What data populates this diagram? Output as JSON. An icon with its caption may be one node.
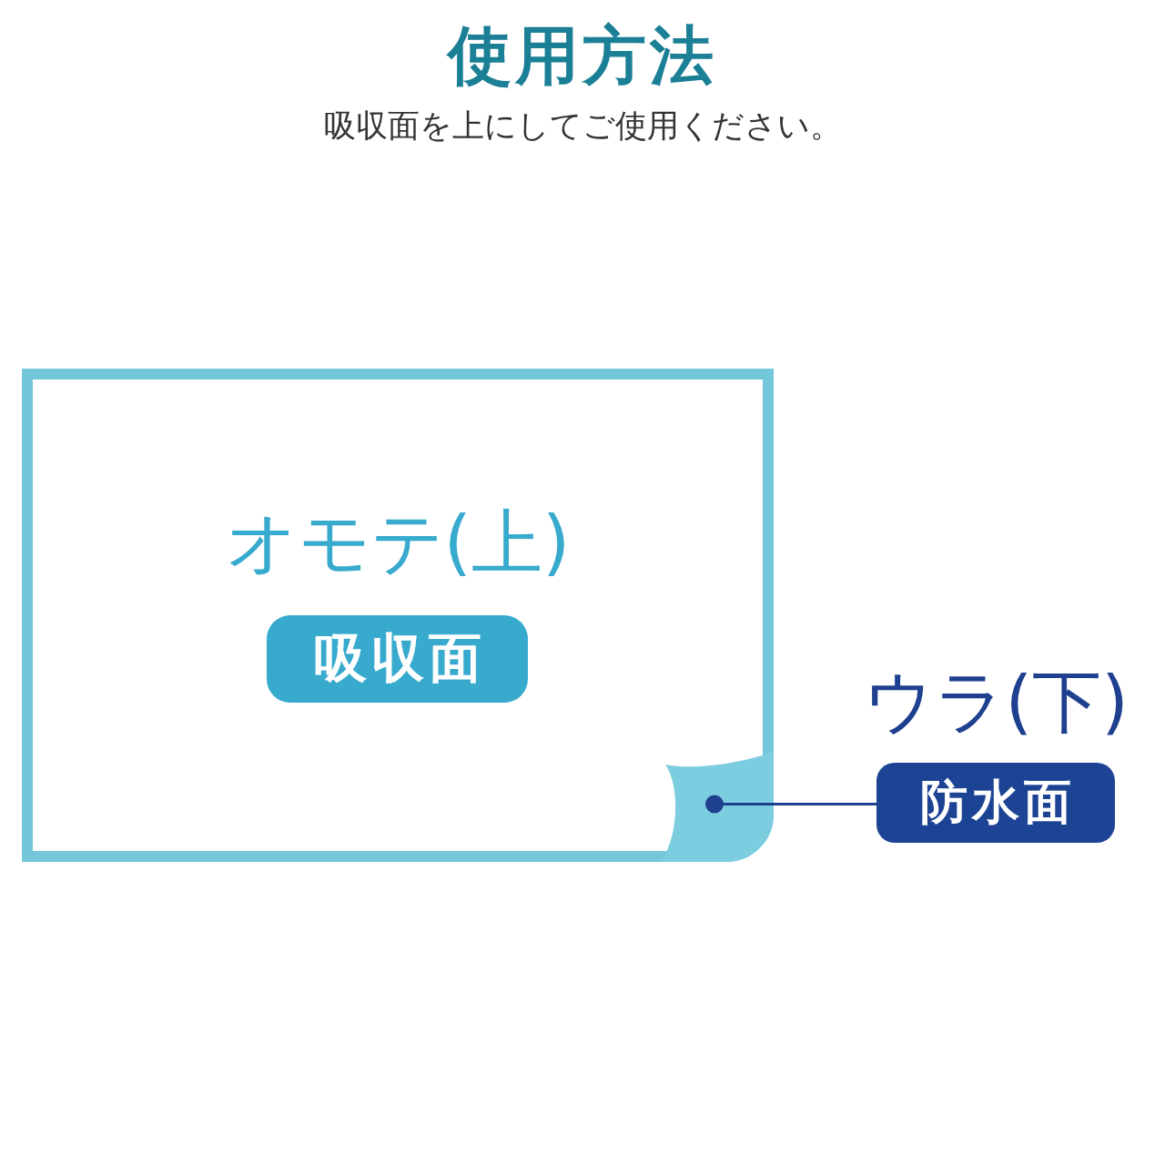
{
  "diagram": {
    "title": "使用方法",
    "nodes": [
      {
        "text": [
          "オモテ(上)"
        ]
      },
      {
        "text": [
          "吸収面"
        ],
        "in": 0
      },
      {
        "text": [
          "防水面"
        ],
        "beside": [
          "ウラ(下)"
        ]
      },
      {
        "text": [],
        "shape": "flap",
        "in": 0
      }
    ],
    "edges": [
      {
        "from": 2,
        "to": 3,
        "arrow": "other"
      }
    ],
    "labels": [
      "吸収面を上にしてご使用ください。"
    ]
  }
}
